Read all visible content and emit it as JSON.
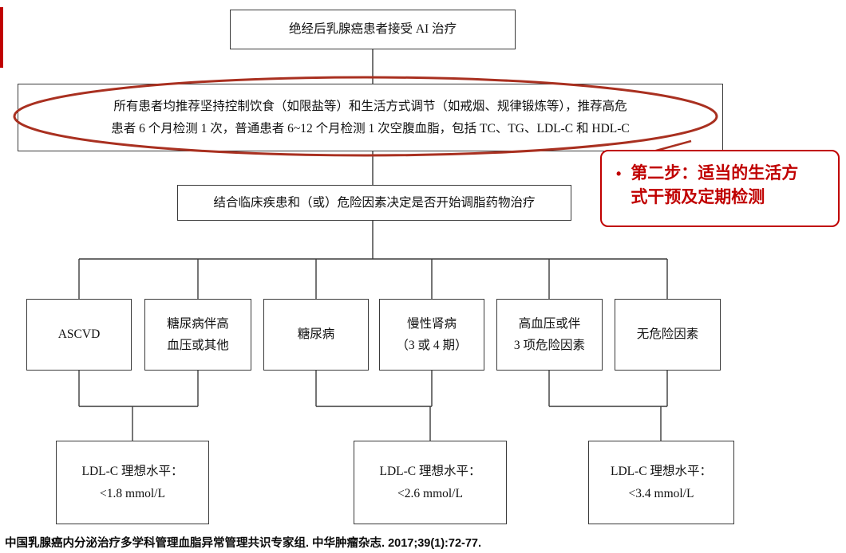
{
  "colors": {
    "annotation_red": "#c00000",
    "ellipse_red": "#a93020",
    "connector_black": "#3a3a3a"
  },
  "flowchart": {
    "top_box": "绝经后乳腺癌患者接受 AI 治疗",
    "lifestyle_box": "所有患者均推荐坚持控制饮食（如限盐等）和生活方式调节（如戒烟、规律锻炼等），推荐高危\n患者 6 个月检测 1 次，普通患者 6~12 个月检测 1 次空腹血脂，包括 TC、TG、LDL-C 和 HDL-C",
    "decision_box": "结合临床疾患和（或）危险因素决定是否开始调脂药物治疗",
    "risk_boxes": [
      {
        "label": "ASCVD"
      },
      {
        "label": "糖尿病伴高\n血压或其他"
      },
      {
        "label": "糖尿病"
      },
      {
        "label": "慢性肾病\n（3 或 4 期）"
      },
      {
        "label": "高血压或伴\n3 项危险因素"
      },
      {
        "label": "无危险因素"
      }
    ],
    "ldl_boxes": [
      {
        "label": "LDL-C 理想水平：\n<1.8 mmol/L"
      },
      {
        "label": "LDL-C 理想水平：\n<2.6 mmol/L"
      },
      {
        "label": "LDL-C 理想水平：\n<3.4 mmol/L"
      }
    ]
  },
  "annotation": {
    "bullet": "•",
    "text": "第二步：适当的生活方式干预及定期检测"
  },
  "footer": {
    "citation": "中国乳腺癌内分泌治疗多学科管理血脂异常管理共识专家组. 中华肿瘤杂志. 2017;39(1):72-77."
  }
}
